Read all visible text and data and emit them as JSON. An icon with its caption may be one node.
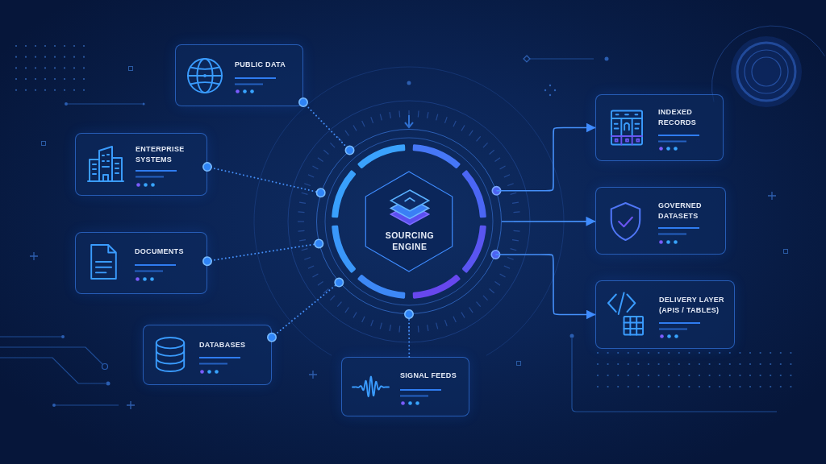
{
  "diagram": {
    "nodes": [
      {
        "text": [
          "PUBLIC DATA"
        ]
      },
      {
        "text": [
          "ENTERPRISE SYSTEMS"
        ]
      },
      {
        "text": [
          "DOCUMENTS"
        ]
      },
      {
        "text": [
          "DATABASES"
        ]
      },
      {
        "text": [
          "SIGNAL FEEDS"
        ]
      },
      {
        "text": [
          "SOURCING ENGINE"
        ]
      },
      {
        "text": [
          "INDEXED RECORDS"
        ]
      },
      {
        "text": [
          "GOVERNED DATASETS"
        ]
      },
      {
        "text": [
          "DELIVERY LAYER (APIS / TABLES)"
        ]
      }
    ],
    "edges": [
      {
        "from": 0,
        "to": 5,
        "arrow": "other",
        "style": "dashed"
      },
      {
        "from": 1,
        "to": 5,
        "arrow": "other",
        "style": "dashed"
      },
      {
        "from": 2,
        "to": 5,
        "arrow": "other",
        "style": "dashed"
      },
      {
        "from": 3,
        "to": 5,
        "arrow": "other",
        "style": "dashed"
      },
      {
        "from": 4,
        "to": 5,
        "arrow": "other",
        "style": "dashed"
      },
      {
        "from": 5,
        "to": 6,
        "arrow": "to"
      },
      {
        "from": 5,
        "to": 7,
        "arrow": "to"
      },
      {
        "from": 5,
        "to": 8,
        "arrow": "to"
      }
    ]
  }
}
